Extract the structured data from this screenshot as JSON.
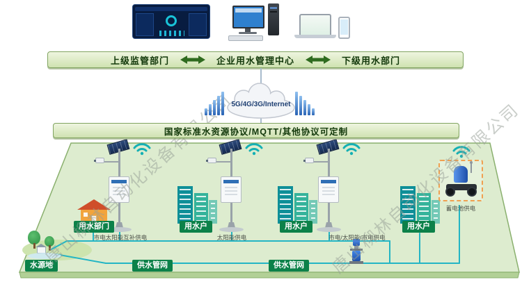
{
  "banner": {
    "items": [
      "上级监管部门",
      "企业用水管理中心",
      "下级用水部门"
    ]
  },
  "network": {
    "cloud_label": "5G/4G/3G/Internet"
  },
  "protocol_banner": {
    "label": "国家标准水资源协议/MQTT/其他协议可定制"
  },
  "platform": {
    "sites": [
      {
        "label": "用水部门"
      },
      {
        "label": "用水户"
      },
      {
        "label": "用水户"
      },
      {
        "label": "用水户"
      }
    ],
    "water_source_label": "水源地",
    "pipe_labels": [
      "供水管网",
      "供水管网"
    ],
    "power_notes": [
      "市电太阳能互补供电",
      "太阳能供电",
      "市电/太阳能/市电供电",
      "蓄电池供电"
    ]
  },
  "watermark": {
    "text": "唐山柳林自动化设备有限公司"
  },
  "icons": {
    "wifi": "wifi-icon",
    "double_arrow": "double-arrow-icon",
    "signal_bars": "signal-bars-icon",
    "cloud": "internet-cloud-icon"
  },
  "colors": {
    "banner_fill": "#cfe2b1",
    "banner_border": "#7fa35f",
    "badge_green": "#0c8149",
    "pipe_teal": "#23b5c4",
    "platform_fill": "#ddeccf",
    "platform_edge": "#8ab06e",
    "wifi_teal": "#14b0b4",
    "accent_blue": "#2d6fd6"
  }
}
